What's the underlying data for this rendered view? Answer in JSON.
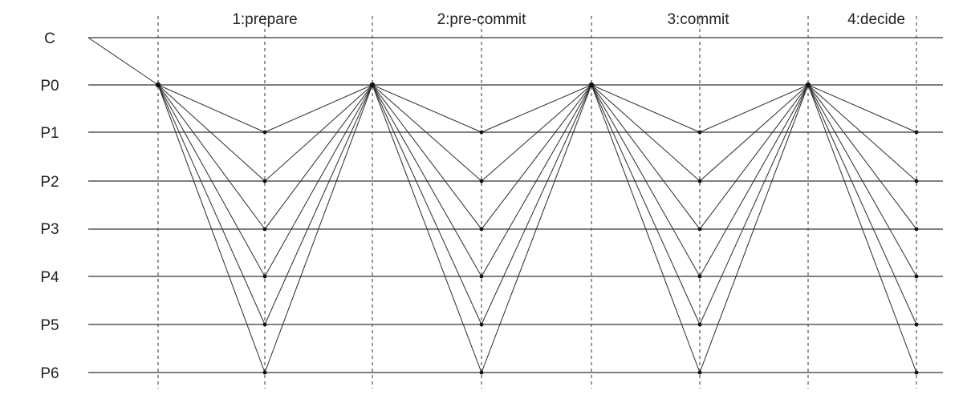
{
  "rows": [
    {
      "id": "c",
      "label": "C"
    },
    {
      "id": "p0",
      "label": "P0"
    },
    {
      "id": "p1",
      "label": "P1"
    },
    {
      "id": "p2",
      "label": "P2"
    },
    {
      "id": "p3",
      "label": "P3"
    },
    {
      "id": "p4",
      "label": "P4"
    },
    {
      "id": "p5",
      "label": "P5"
    },
    {
      "id": "p6",
      "label": "P6"
    }
  ],
  "phases": [
    {
      "id": "prepare",
      "label": "1:prepare"
    },
    {
      "id": "pre-commit",
      "label": "2:pre-commit"
    },
    {
      "id": "commit",
      "label": "3:commit"
    },
    {
      "id": "decide",
      "label": "4:decide"
    }
  ],
  "colors": {
    "line": "#555555",
    "message": "#333333",
    "text": "#222222",
    "background": "#ffffff"
  }
}
